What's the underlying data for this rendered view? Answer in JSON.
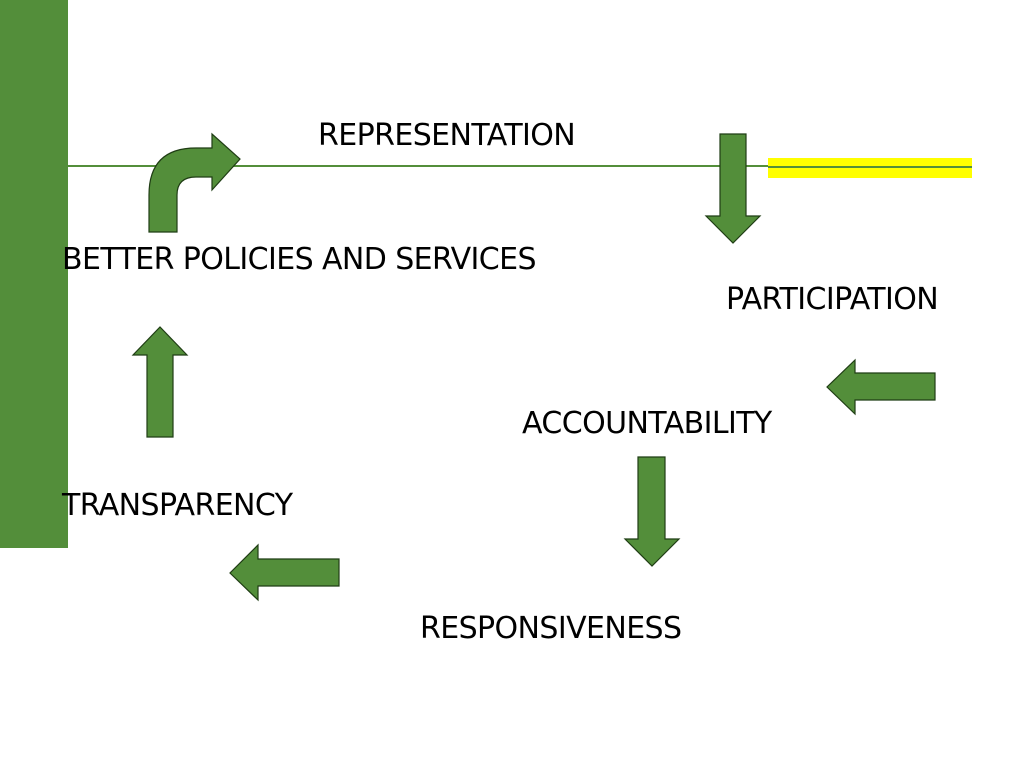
{
  "colors": {
    "primary_green": "#538e3a",
    "arrow_stroke": "#1f3d14",
    "highlight_yellow": "#ffff00",
    "text": "#000000"
  },
  "cycle": {
    "nodes": [
      {
        "id": "representation",
        "label": "REPRESENTATION"
      },
      {
        "id": "participation",
        "label": "PARTICIPATION"
      },
      {
        "id": "accountability",
        "label": "ACCOUNTABILITY"
      },
      {
        "id": "responsiveness",
        "label": "RESPONSIVENESS"
      },
      {
        "id": "transparency",
        "label": "TRANSPARENCY"
      },
      {
        "id": "better",
        "label": "BETTER POLICIES AND SERVICES"
      }
    ],
    "arrows": [
      {
        "id": "representation-to-participation",
        "direction": "down"
      },
      {
        "id": "participation-to-accountability",
        "direction": "left"
      },
      {
        "id": "accountability-to-responsiveness",
        "direction": "down"
      },
      {
        "id": "responsiveness-to-transparency",
        "direction": "left"
      },
      {
        "id": "transparency-to-better",
        "direction": "up"
      },
      {
        "id": "better-to-representation",
        "direction": "bent-up-right"
      }
    ]
  }
}
